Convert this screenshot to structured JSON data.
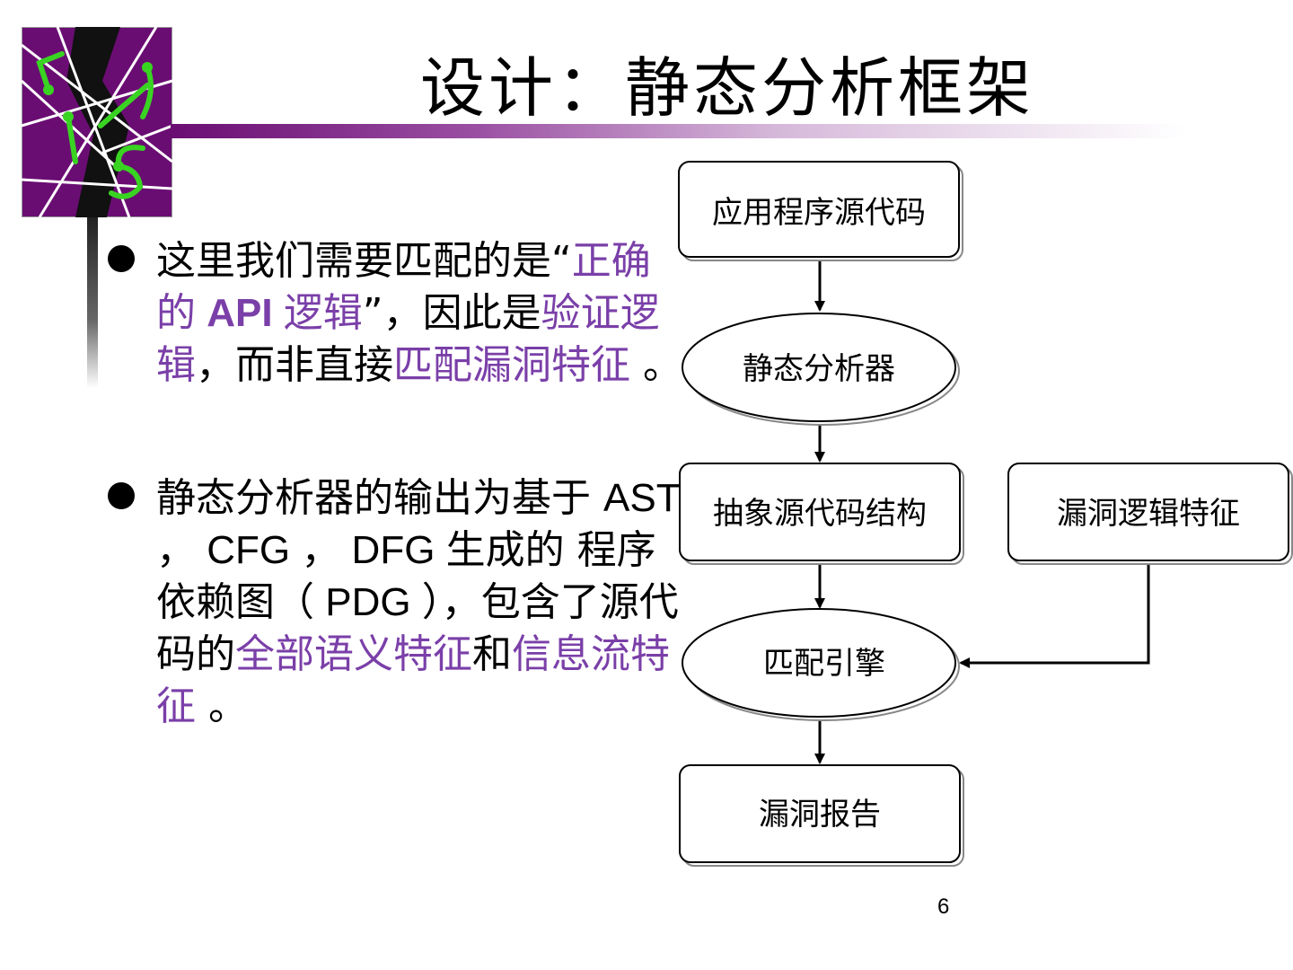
{
  "slide": {
    "title": "设计：静态分析框架",
    "page_number": "6"
  },
  "logo": {
    "icon": "purple-crack-logo"
  },
  "bullets": [
    {
      "parts": [
        {
          "text": "这里我们需要匹配的是“",
          "accent": false
        },
        {
          "text": "正确的",
          "accent": true
        },
        {
          "text": " API ",
          "accent": true,
          "bold": true
        },
        {
          "text": "逻辑",
          "accent": true
        },
        {
          "text": "”，因此是",
          "accent": false
        },
        {
          "text": "验证逻辑",
          "accent": true
        },
        {
          "text": "，而非直接",
          "accent": false
        },
        {
          "text": "匹配漏洞特征",
          "accent": true
        },
        {
          "text": " 。",
          "accent": false
        }
      ]
    },
    {
      "parts": [
        {
          "text": "静态分析器的输出为基于 ",
          "accent": false
        },
        {
          "text": "AST ， CFG ， DFG ",
          "accent": false,
          "latin": true
        },
        {
          "text": "生成的 程序依赖图（",
          "accent": false
        },
        {
          "text": " PDG ",
          "accent": false,
          "latin": true
        },
        {
          "text": "），包含了源代码的",
          "accent": false
        },
        {
          "text": "全部语义特征",
          "accent": true
        },
        {
          "text": "和",
          "accent": false
        },
        {
          "text": "信息流特征",
          "accent": true
        },
        {
          "text": " 。",
          "accent": false
        }
      ]
    }
  ],
  "flowchart": {
    "source_code": "应用程序源代码",
    "static_analyzer": "静态分析器",
    "abstract_structure": "抽象源代码结构",
    "vuln_logic": "漏洞逻辑特征",
    "match_engine": "匹配引擎",
    "vuln_report": "漏洞报告"
  },
  "colors": {
    "accent": "#7a3fa8",
    "brand_purple": "#6a0d73",
    "logo_green": "#39d422"
  }
}
